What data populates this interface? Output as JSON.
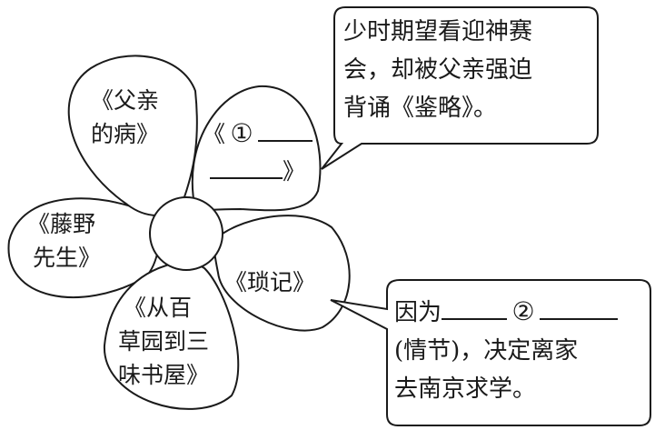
{
  "petals": {
    "father": {
      "line1": "《父亲",
      "line2": "的病》"
    },
    "blank1": {
      "open": "《",
      "mark": "①",
      "close": "》"
    },
    "fujino": {
      "line1": "《藤野",
      "line2": "先生》"
    },
    "baicao": {
      "line1": "《从百",
      "line2": "草园到三",
      "line3": "味书屋》"
    },
    "suoji": {
      "label": "《琐记》"
    }
  },
  "callout_top": {
    "line1": "少时期望看迎神赛",
    "line2": "会，却被父亲强迫",
    "line3": "背诵《鉴略》。"
  },
  "callout_bottom": {
    "prefix": "因为",
    "mark": "②",
    "line2": "(情节)，决定离家",
    "line3": "去南京求学。"
  }
}
